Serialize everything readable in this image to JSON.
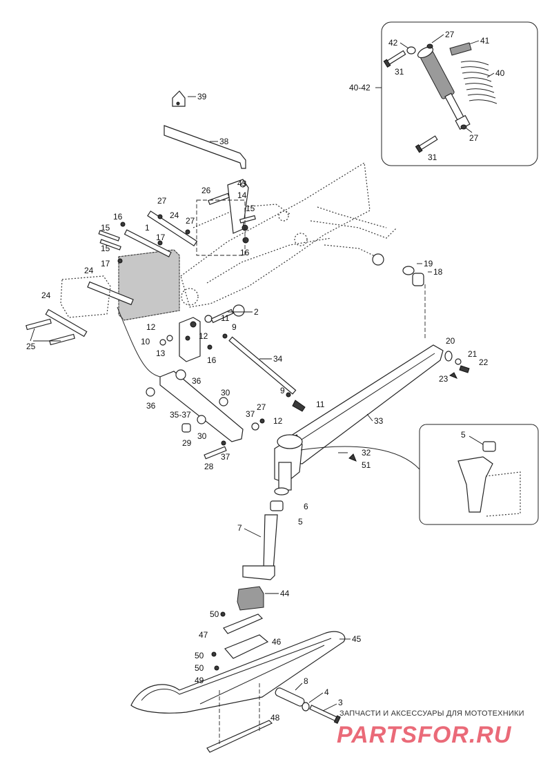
{
  "callouts": {
    "c39": "39",
    "c38": "38",
    "c43": "43",
    "c26": "26",
    "c14": "14",
    "c15a": "15",
    "c16a": "16",
    "c27a": "27",
    "c24a": "24",
    "c27b": "27",
    "c15b": "15",
    "c16b": "16",
    "c1": "1",
    "c17a": "17",
    "c15c": "15",
    "c17b": "17",
    "c24b": "24",
    "c24c": "24",
    "c25": "25",
    "c2": "2",
    "c12a": "12",
    "c11a": "11",
    "c12b": "12",
    "c10": "10",
    "c9a": "9",
    "c13": "13",
    "c16c": "16",
    "c34": "34",
    "c36a": "36",
    "c36b": "36",
    "c30a": "30",
    "c3537": "35-37",
    "c27c": "27",
    "c37a": "37",
    "c30b": "30",
    "c29": "29",
    "c37b": "37",
    "c28": "28",
    "c9b": "9",
    "c11b": "11",
    "c12c": "12",
    "c19": "19",
    "c18": "18",
    "c20": "20",
    "c21": "21",
    "c22": "22",
    "c23": "23",
    "c33": "33",
    "c32": "32",
    "c51": "51",
    "c6": "6",
    "c5a": "5",
    "c7": "7",
    "c5b": "5",
    "c44": "44",
    "c50a": "50",
    "c47": "47",
    "c46": "46",
    "c45": "45",
    "c50b": "50",
    "c50c": "50",
    "c49": "49",
    "c8": "8",
    "c4": "4",
    "c3": "3",
    "c48": "48",
    "c4042": "40-42",
    "c42": "42",
    "c27d": "27",
    "c41": "41",
    "c31a": "31",
    "c40": "40",
    "c27e": "27",
    "c31b": "31"
  },
  "watermark": {
    "text": "ЗАПЧАСТИ И АКСЕССУАРЫ ДЛЯ МОТОТЕХНИКИ",
    "logo": "PARTSFOR.RU"
  }
}
